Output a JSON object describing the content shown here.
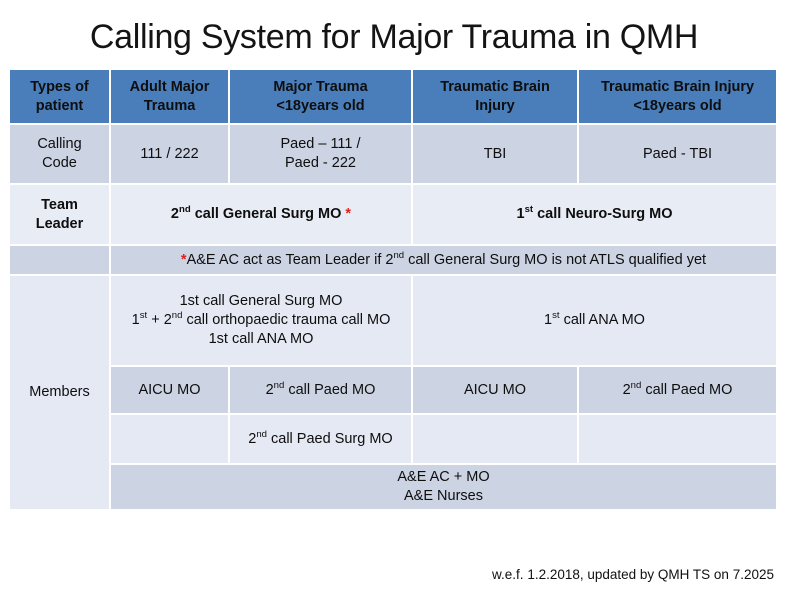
{
  "slide": {
    "title": "Calling System for Major Trauma in QMH",
    "footer": "w.e.f. 1.2.2018, updated by QMH TS on 7.2025"
  },
  "colors": {
    "header_blue": "#4a7ebb",
    "band_medium": "#ccd3e3",
    "band_light": "#e8ecf5",
    "band_pale": "#e4e9f3",
    "navy_text": "#1f3864",
    "asterisk_red": "#e02020",
    "page_background": "#ffffff"
  },
  "table": {
    "headers": {
      "col1_line1": "Types of",
      "col1_line2": "patient",
      "col2_line1": "Adult Major",
      "col2_line2": "Trauma",
      "col3_line1": "Major Trauma",
      "col3_line2": "<18years old",
      "col4_line1": "Traumatic Brain",
      "col4_line2": "Injury",
      "col5_line1": "Traumatic Brain Injury",
      "col5_line2": "<18years old"
    },
    "calling_code": {
      "label_line1": "Calling",
      "label_line2": "Code",
      "adult": "111 / 222",
      "paed_line1": "Paed – 111 /",
      "paed_line2": "Paed - 222",
      "tbi": "TBI",
      "paed_tbi": "Paed - TBI"
    },
    "team_leader": {
      "label_line1": "Team",
      "label_line2": "Leader",
      "trauma_pre": "2",
      "trauma_sup": "nd",
      "trauma_post": " call General Surg MO ",
      "trauma_star": "*",
      "neuro_pre": "1",
      "neuro_sup": "st",
      "neuro_post": " call Neuro-Surg MO"
    },
    "footnote": {
      "star": "*",
      "part1": "A&E AC act as Team Leader if 2",
      "sup": "nd",
      "part2": " call General Surg MO is not ATLS qualified yet"
    },
    "members": {
      "label": "Members",
      "trauma_line1": "1st call General Surg MO",
      "trauma_line2_pre": "1",
      "trauma_line2_sup1": "st",
      "trauma_line2_mid": " + 2",
      "trauma_line2_sup2": "nd",
      "trauma_line2_post": " call orthopaedic trauma call MO",
      "trauma_line3": "1st call ANA MO",
      "tbi_pre": "1",
      "tbi_sup": "st",
      "tbi_post": " call ANA MO",
      "row2_c2": "AICU MO",
      "row2_c3_pre": "2",
      "row2_c3_sup": "nd",
      "row2_c3_post": " call Paed MO",
      "row2_c4": "AICU MO",
      "row2_c5_pre": "2",
      "row2_c5_sup": "nd",
      "row2_c5_post": " call Paed MO",
      "row3_c3_pre": "2",
      "row3_c3_sup": "nd",
      "row3_c3_post": " call Paed Surg  MO",
      "ae_line1": "A&E AC + MO",
      "ae_line2": "A&E Nurses"
    }
  }
}
